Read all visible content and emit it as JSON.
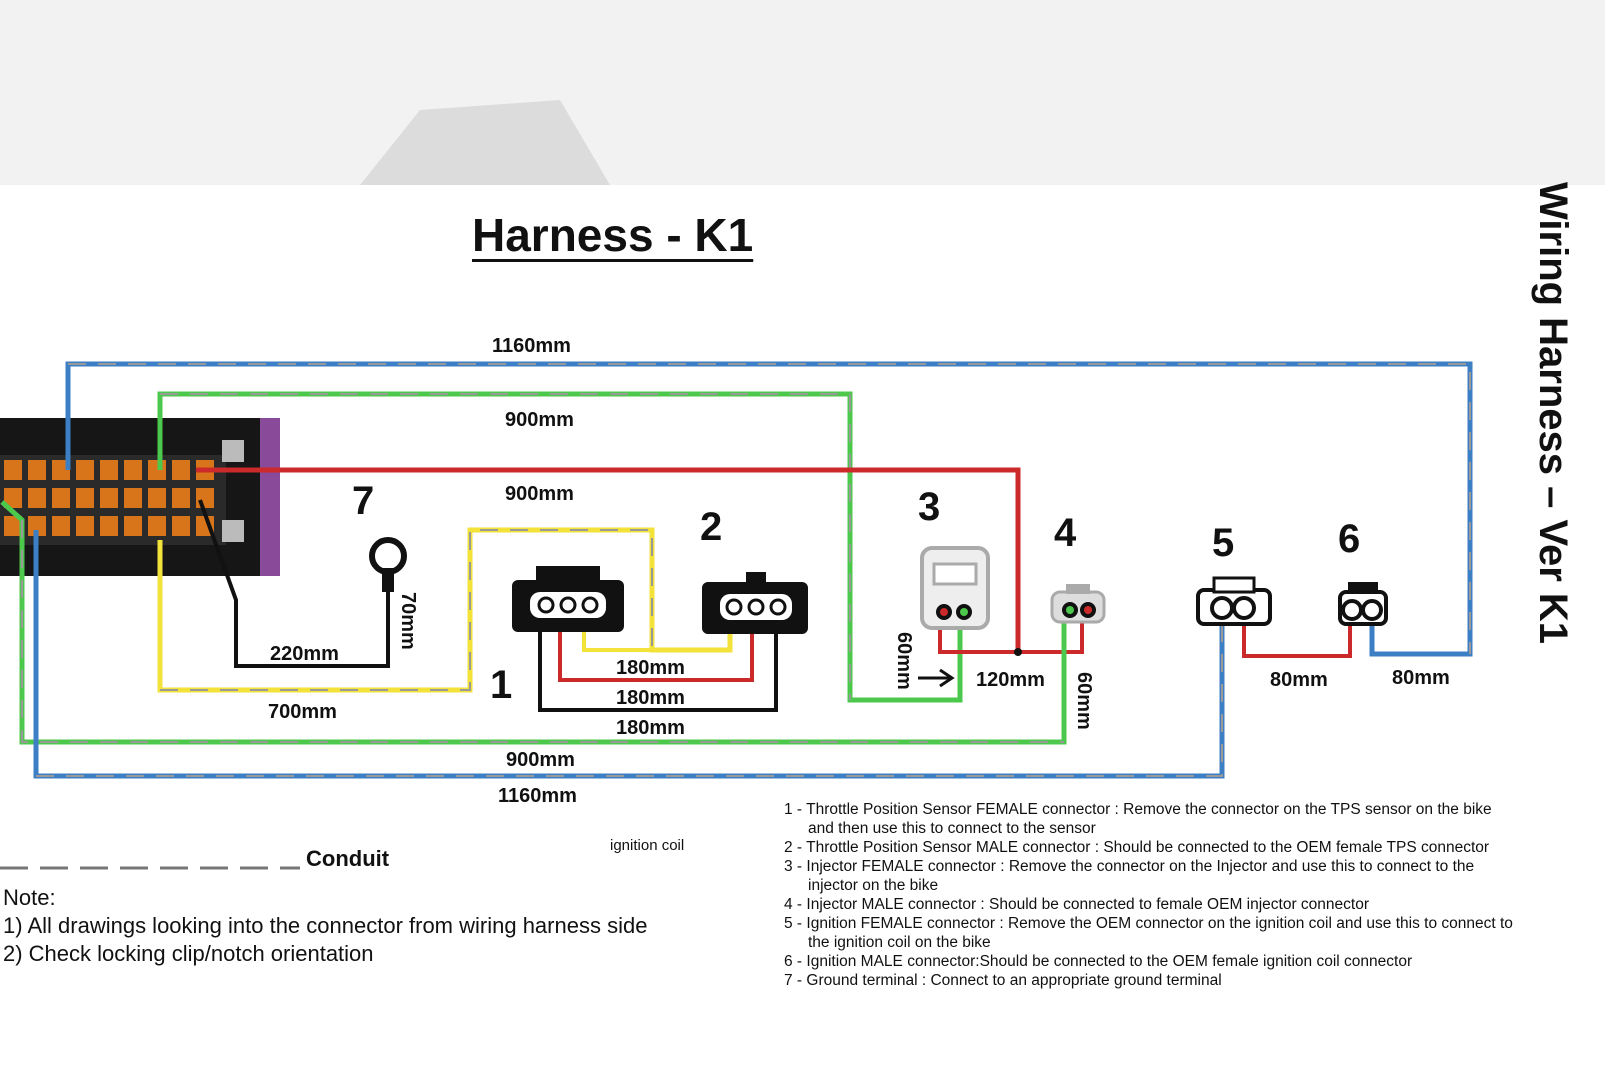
{
  "title": "Harness - K1",
  "side_title": "Wiring Harness – Ver K1",
  "colors": {
    "blue": "#3c7fc4",
    "green": "#4cc94c",
    "red": "#cc2a2a",
    "yellow": "#f2e23a",
    "black": "#111111",
    "conduit": "#999999",
    "ecu_pin": "#d8741a",
    "purple": "#8a4a9a"
  },
  "connector_numbers": [
    "1",
    "2",
    "3",
    "4",
    "5",
    "6",
    "7"
  ],
  "lengths": {
    "blue_top": "1160mm",
    "green_top": "900mm",
    "red_top": "900mm",
    "ground": "220mm",
    "ground_vert": "70mm",
    "yellow": "700mm",
    "tps_1": "180mm",
    "tps_2": "180mm",
    "tps_3": "180mm",
    "inj_left": "60mm",
    "inj_mid": "120mm",
    "inj_right": "60mm",
    "ign_mid": "80mm",
    "ign_right": "80mm",
    "green_bottom": "900mm",
    "blue_bottom": "1160mm"
  },
  "conduit_label": "Conduit",
  "ignition_coil_label": "ignition coil",
  "note": {
    "heading": "Note:",
    "lines": [
      "1) All drawings looking into the connector from wiring harness side",
      "2) Check locking clip/notch orientation"
    ]
  },
  "legend": [
    "1 - Throttle Position Sensor FEMALE connector : Remove the connector on the TPS sensor on the bike and then use this to connect to the sensor",
    "2 - Throttle Position Sensor MALE connector : Should be connected to the OEM female TPS connector",
    "3 - Injector FEMALE connector : Remove the connector on the Injector and use this to connect to the injector on the bike",
    "4 - Injector MALE connector : Should be connected to female OEM injector connector",
    "5 - Ignition FEMALE connector : Remove the OEM connector on the ignition coil and use this to connect to the ignition coil on the bike",
    "6 - Ignition MALE connector:Should be connected to the OEM female ignition coil connector",
    "7 - Ground terminal : Connect to an appropriate ground terminal"
  ]
}
